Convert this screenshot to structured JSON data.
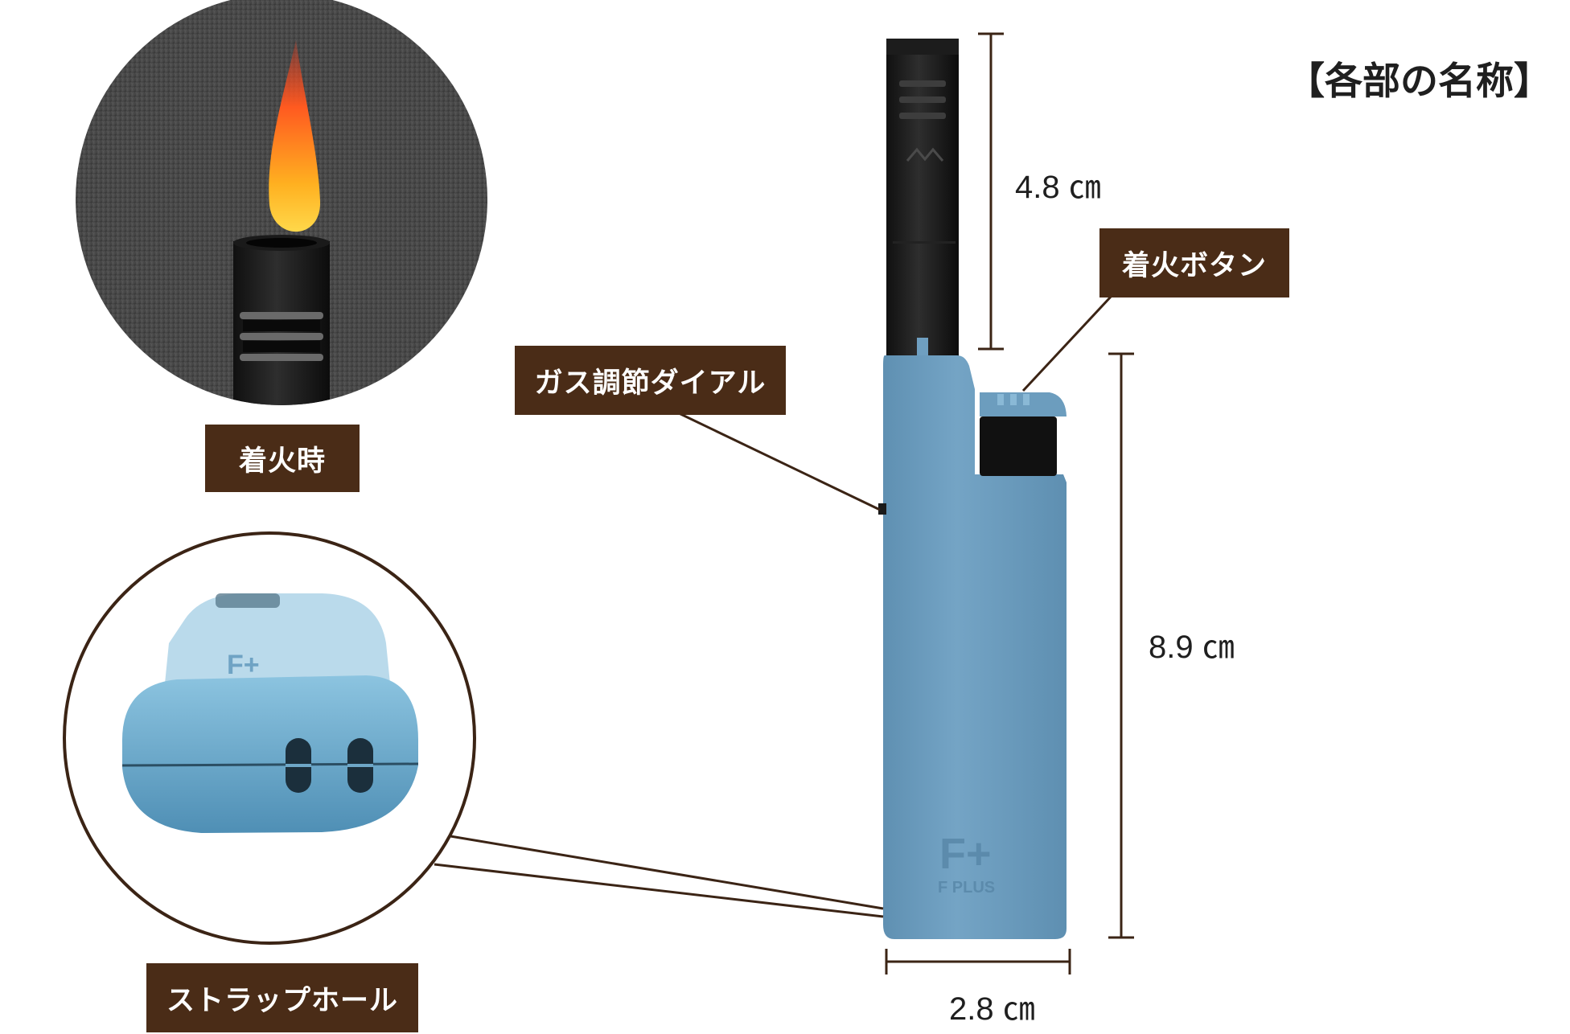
{
  "title": "【各部の名称】",
  "labels": {
    "ignition": "着火時",
    "strap_hole": "ストラップホール",
    "gas_dial": "ガス調節ダイアル",
    "ignition_button": "着火ボタン"
  },
  "dimensions": {
    "nozzle_length": "4.8 ㎝",
    "body_height": "8.9 ㎝",
    "body_width": "2.8 ㎝"
  },
  "brand": {
    "logo_text": "F PLUS"
  },
  "colors": {
    "label_background": "#4a2c17",
    "body_blue": "#6f9fc0",
    "leader_line": "#3b2415"
  }
}
